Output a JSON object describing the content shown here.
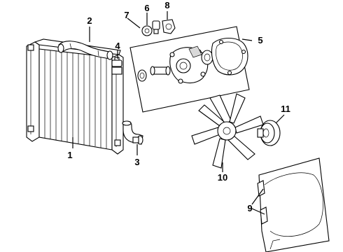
{
  "diagram": {
    "callouts": [
      {
        "id": "c1",
        "text": "1"
      },
      {
        "id": "c2",
        "text": "2"
      },
      {
        "id": "c3",
        "text": "3"
      },
      {
        "id": "c4",
        "text": "4"
      },
      {
        "id": "c5",
        "text": "5"
      },
      {
        "id": "c6",
        "text": "6"
      },
      {
        "id": "c7",
        "text": "7"
      },
      {
        "id": "c8",
        "text": "8"
      },
      {
        "id": "c9",
        "text": "9"
      },
      {
        "id": "c10",
        "text": "10"
      },
      {
        "id": "c11",
        "text": "11"
      }
    ]
  }
}
